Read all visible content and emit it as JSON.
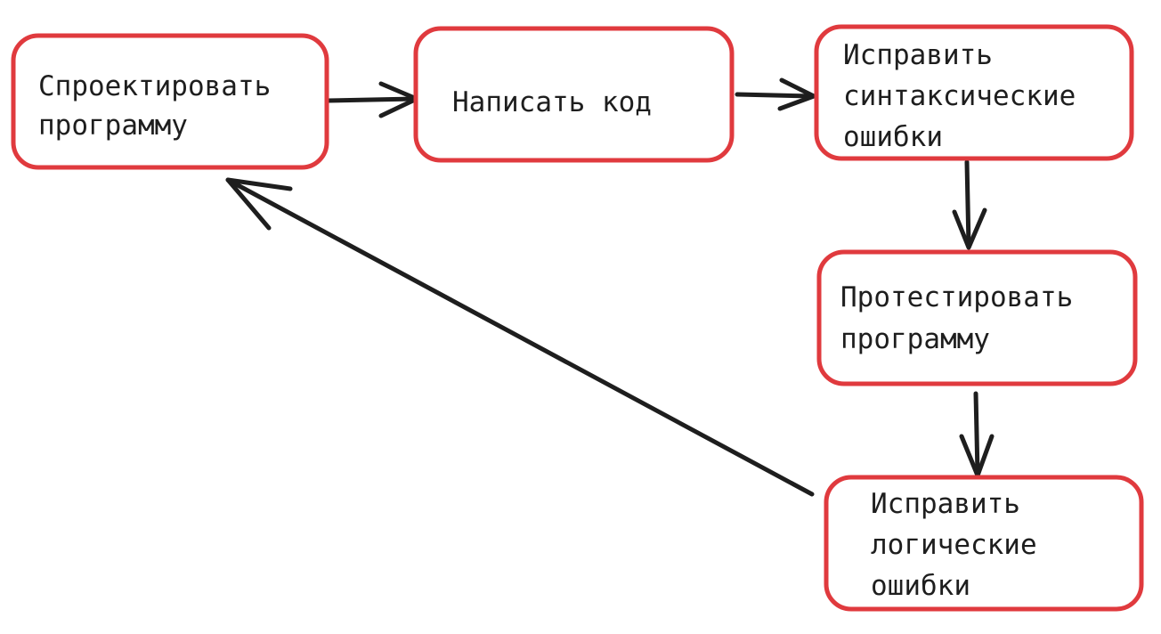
{
  "colors": {
    "box_stroke": "#e03a3e",
    "arrow": "#1e1e1e",
    "text": "#1e1e1e",
    "background": "#ffffff"
  },
  "nodes": [
    {
      "id": "design",
      "lines": [
        "Спроектировать",
        "программу"
      ]
    },
    {
      "id": "write",
      "lines": [
        "Написать код"
      ]
    },
    {
      "id": "fix_syntax",
      "lines": [
        "Исправить",
        "синтаксические",
        "ошибки"
      ]
    },
    {
      "id": "test",
      "lines": [
        "Протестировать",
        "программу"
      ]
    },
    {
      "id": "fix_logic",
      "lines": [
        "Исправить",
        "логические",
        "ошибки"
      ]
    }
  ],
  "edges": [
    {
      "from": "design",
      "to": "write"
    },
    {
      "from": "write",
      "to": "fix_syntax"
    },
    {
      "from": "fix_syntax",
      "to": "test"
    },
    {
      "from": "test",
      "to": "fix_logic"
    },
    {
      "from": "fix_logic",
      "to": "design"
    }
  ]
}
